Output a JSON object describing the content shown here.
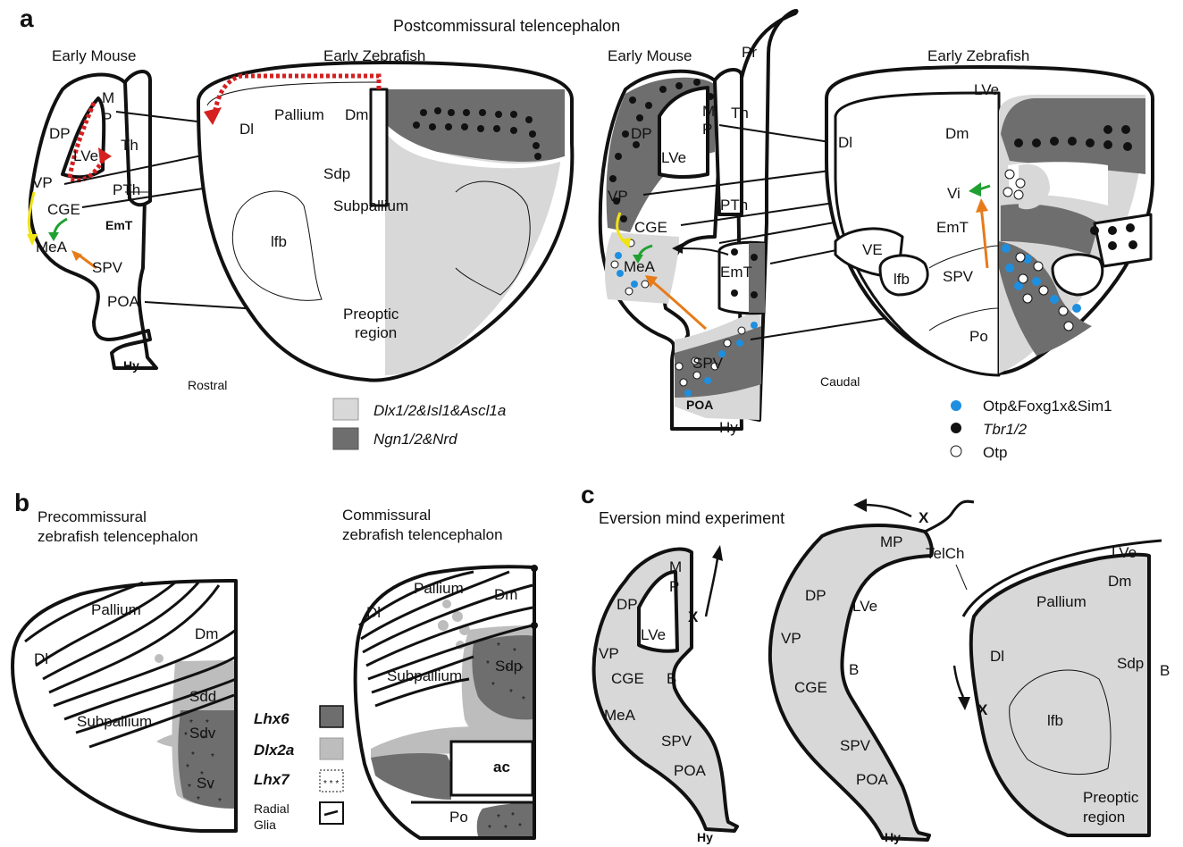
{
  "panels": {
    "a": "a",
    "b": "b",
    "c": "c"
  },
  "a": {
    "title": "Postcommissural telencephalon",
    "early_mouse": "Early Mouse",
    "early_zebrafish": "Early Zebrafish",
    "rostral": "Rostral",
    "caudal": "Caudal",
    "mouse_left_regions": [
      "M",
      "P",
      "DP",
      "LVe",
      "Th",
      "VP",
      "PTh",
      "CGE",
      "EmT",
      "MeA",
      "SPV",
      "POA",
      "Hy"
    ],
    "zf_left_regions": [
      "Dl",
      "Pallium",
      "Dm",
      "Sdp",
      "Subpallium",
      "lfb",
      "Preoptic",
      "region"
    ],
    "mouse_right_regions": [
      "Pr",
      "Th",
      "M",
      "P",
      "DP",
      "LVe",
      "PTh",
      "VP",
      "CGE",
      "MeA",
      "EmT",
      "SPV",
      "POA",
      "Hy"
    ],
    "zf_right_regions": [
      "LVe",
      "Dm",
      "Dl",
      "Vi",
      "EmT",
      "VE",
      "lfb",
      "SPV",
      "Po"
    ],
    "legend_genes": [
      {
        "label": "Dlx1/2&Isl1&Ascl1a",
        "color": "#d8d8d8"
      },
      {
        "label": "Ngn1/2&Nrd",
        "color": "#6e6e6e"
      }
    ],
    "legend_dots": [
      {
        "label": "Otp&Foxg1x&Sim1",
        "color": "#1e8fe0"
      },
      {
        "label": "Tbr1/2",
        "color": "#111111"
      },
      {
        "label": "Otp",
        "color": "#ffffff"
      }
    ]
  },
  "b": {
    "pre_title_1": "Precommissural",
    "pre_title_2": "zebrafish telencephalon",
    "com_title_1": "Commissural",
    "com_title_2": "zebrafish telencephalon",
    "pre_regions": [
      "Pallium",
      "Dm",
      "Dl",
      "Sdd",
      "Subpallium",
      "Sdv",
      "Sv"
    ],
    "com_regions": [
      "Pallium",
      "Dm",
      "Dl",
      "Sdp",
      "Subpallium",
      "ac",
      "Po"
    ],
    "legend": [
      {
        "label": "Lhx6",
        "color": "#6e6e6e"
      },
      {
        "label": "Dlx2a",
        "color": "#bdbdbd"
      },
      {
        "label": "Lhx7",
        "color": "#ffffff"
      },
      {
        "label": "Radial",
        "color": "#ffffff"
      },
      {
        "label": "Glia",
        "color": "#ffffff"
      }
    ]
  },
  "c": {
    "title": "Eversion mind experiment",
    "x_mark": "X",
    "telch": "TelCh",
    "s1_regions": [
      "M",
      "P",
      "DP",
      "LVe",
      "VP",
      "CGE",
      "B",
      "MeA",
      "SPV",
      "POA",
      "Hy"
    ],
    "s2_regions": [
      "MP",
      "DP",
      "LVe",
      "VP",
      "CGE",
      "B",
      "SPV",
      "POA",
      "Hy"
    ],
    "s3_regions": [
      "LVe",
      "Dm",
      "Pallium",
      "Dl",
      "Sdp",
      "B",
      "lfb",
      "Preoptic",
      "region"
    ]
  }
}
